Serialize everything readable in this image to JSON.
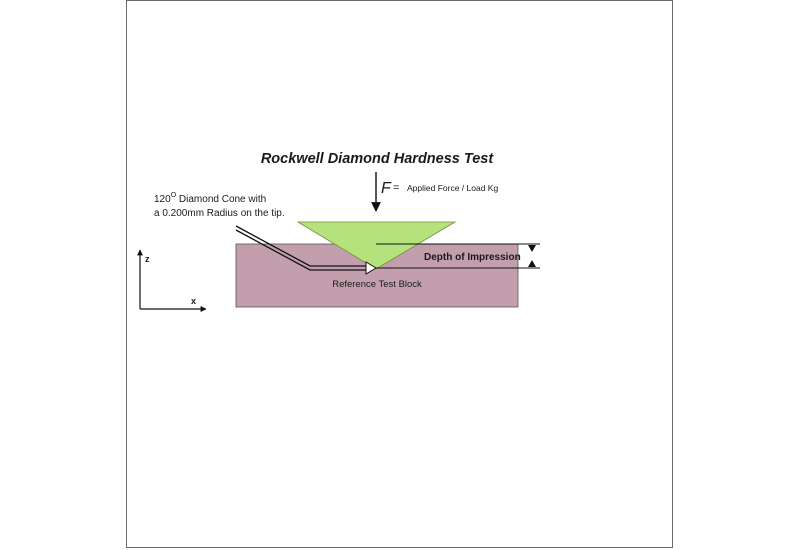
{
  "title": "Rockwell Diamond Hardness Test",
  "force": {
    "symbol": "F",
    "equals": "=",
    "description": "Applied Force / Load Kg"
  },
  "cone_label": {
    "line1_prefix": "120",
    "line1_sup": "O",
    "line1_suffix": " Diamond Cone with",
    "line2": "a 0.200mm Radius on the tip."
  },
  "depth_label": "Depth of Impression",
  "block_label": "Reference Test Block",
  "axes": {
    "z": "z",
    "x": "x"
  },
  "colors": {
    "block_fill": "#c39fae",
    "block_stroke": "#555555",
    "cone_fill": "#b5e27c",
    "cone_stroke": "#6e8f3a",
    "line": "#111111"
  }
}
